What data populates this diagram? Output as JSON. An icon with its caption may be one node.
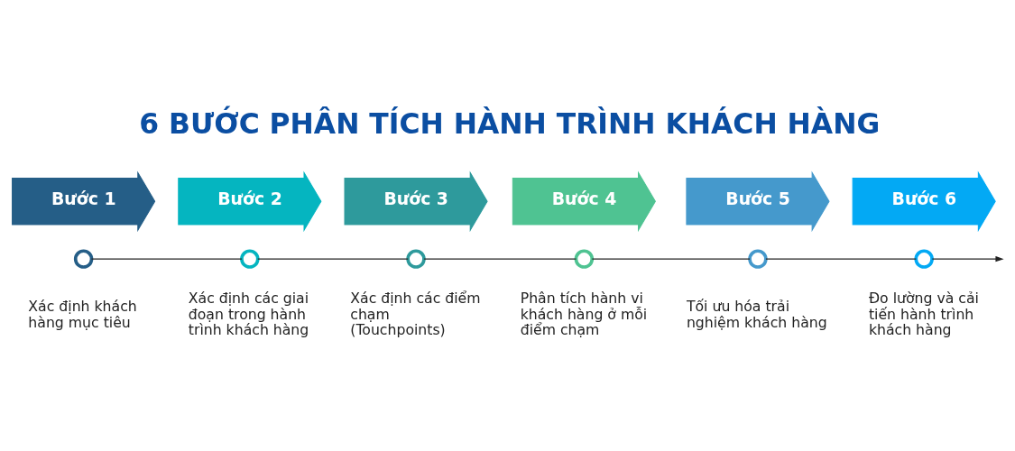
{
  "diagram": {
    "title": "6 BƯỚC PHÂN TÍCH HÀNH TRÌNH KHÁCH HÀNG",
    "nodes": [
      {
        "text": [
          "Bước 1"
        ]
      },
      {
        "text": [
          "Bước 2"
        ]
      },
      {
        "text": [
          "Bước 3"
        ]
      },
      {
        "text": [
          "Bước 4"
        ]
      },
      {
        "text": [
          "Bước 5"
        ]
      },
      {
        "text": [
          "Bước 6"
        ]
      },
      {
        "text": [],
        "shape": "circle",
        "beside": [
          "Xác định khách hàng mục tiêu"
        ]
      },
      {
        "text": [],
        "shape": "circle",
        "beside": [
          "Xác định các giai đoạn trong hành trình khách hàng"
        ]
      },
      {
        "text": [],
        "shape": "circle",
        "beside": [
          "Xác định các điểm chạm (Touchpoints)"
        ]
      },
      {
        "text": [],
        "shape": "circle",
        "beside": [
          "Phân tích hành vi khách hàng ở mỗi điểm chạm"
        ]
      },
      {
        "text": [],
        "shape": "circle",
        "beside": [
          "Tối ưu hóa trải nghiệm khách hàng"
        ]
      },
      {
        "text": [],
        "shape": "circle",
        "beside": [
          "Đo lường và cải tiến hành trình khách hàng"
        ]
      }
    ],
    "edges": [
      {
        "from": 6,
        "to": 7,
        "arrow": "none"
      },
      {
        "from": 7,
        "to": 8,
        "arrow": "none"
      },
      {
        "from": 8,
        "to": 9,
        "arrow": "none"
      },
      {
        "from": 9,
        "to": 10,
        "arrow": "none"
      },
      {
        "from": 10,
        "to": 11,
        "arrow": "none"
      },
      {
        "from": 11,
        "to": null,
        "arrow": "to"
      }
    ]
  }
}
